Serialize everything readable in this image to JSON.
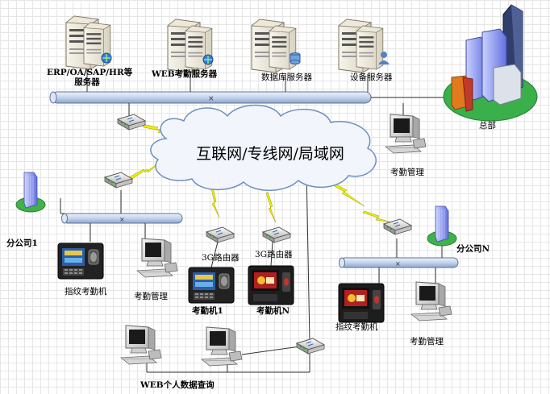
{
  "network": {
    "cloud_label": "互联网/专线网/局域网"
  },
  "servers": {
    "erp_line1": "ERP/OA/SAP/HR等",
    "erp_line2": "服务器",
    "web": "WEB考勤服务器",
    "database": "数据库服务器",
    "device": "设备服务器"
  },
  "hq": {
    "label": "总部",
    "pc_label": "考勤管理"
  },
  "branch1": {
    "label": "分公司1",
    "fingerprint_label": "指纹考勤机",
    "pc_label": "考勤管理"
  },
  "remote": {
    "router1_label": "3G路由器",
    "router2_label": "3G路由器",
    "device1_label": "考勤机1",
    "deviceN_label": "考勤机N"
  },
  "branchN": {
    "label": "分公司N",
    "fingerprint_label": "指纹考勤机",
    "pc_label": "考勤管理"
  },
  "web_query": {
    "label": "WEB个人数据查询"
  },
  "colors": {
    "bus": "#c9d9ef",
    "bus_stroke": "#6a7fa0",
    "lightning": "#e8e800",
    "cloud_fill": "#f2f6fc"
  }
}
